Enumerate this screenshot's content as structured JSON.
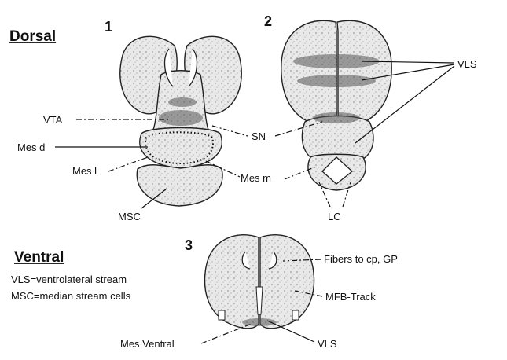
{
  "headings": {
    "dorsal": "Dorsal",
    "ventral": "Ventral"
  },
  "panels": {
    "p1": "1",
    "p2": "2",
    "p3": "3"
  },
  "labels": {
    "vta": "VTA",
    "mes_d": "Mes d",
    "mes_l": "Mes l",
    "sn": "SN",
    "mes_m": "Mes m",
    "msc": "MSC",
    "lc": "LC",
    "vls_top": "VLS",
    "fibers": "Fibers to cp, GP",
    "mfb": "MFB-Track",
    "mes_ventral": "Mes Ventral",
    "vls_bottom": "VLS"
  },
  "legend": {
    "line1": "VLS=ventrolateral stream",
    "line2": "MSC=median stream cells"
  }
}
